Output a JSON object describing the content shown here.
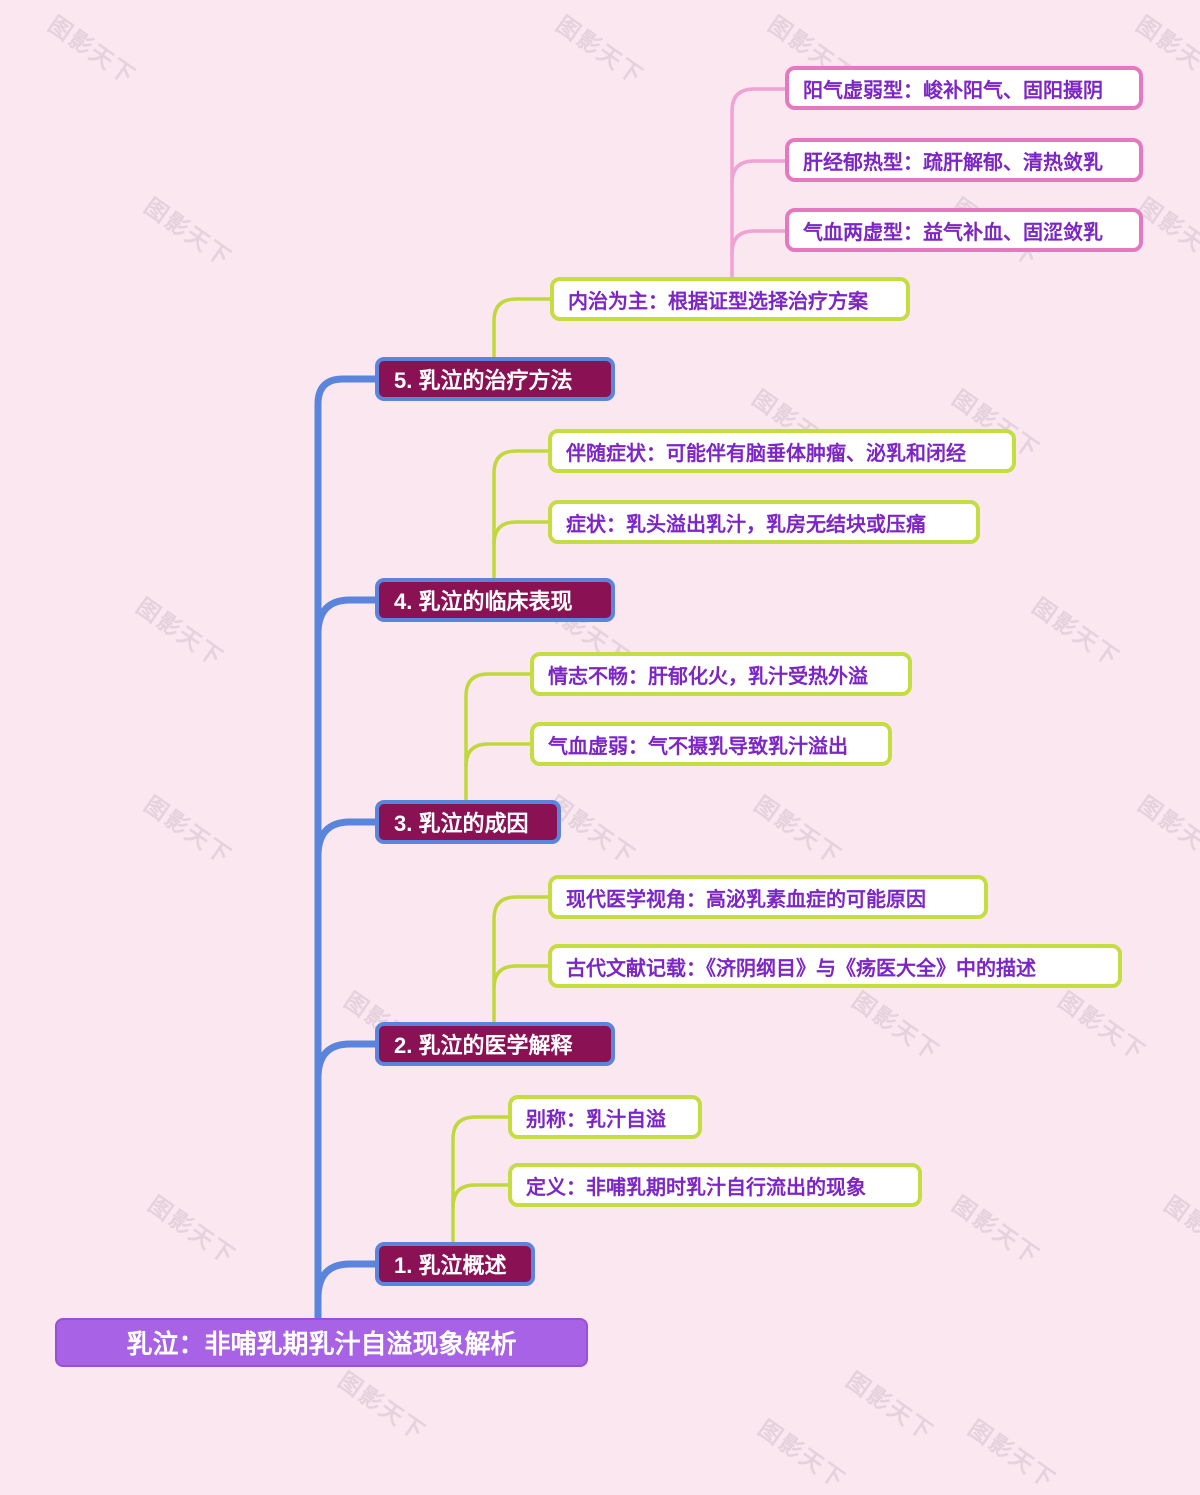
{
  "watermark": {
    "text": "图影天下"
  },
  "colors": {
    "background": "#fbe7f0",
    "trunk_blue": "#5b85dd",
    "section_fill": "#8b1155",
    "leaf_border_lime": "#c4dd41",
    "leaf_text_purple": "#7d26c6",
    "pink_border": "#e678c0",
    "pink_connector": "#f0a2d4",
    "root_fill": "#a862e6"
  },
  "mindmap": {
    "root": {
      "label": "乳泣：非哺乳期乳汁自溢现象解析"
    },
    "branches": [
      {
        "label": "1. 乳泣概述",
        "children": [
          {
            "label": "别称：乳汁自溢"
          },
          {
            "label": "定义：非哺乳期时乳汁自行流出的现象"
          }
        ]
      },
      {
        "label": "2. 乳泣的医学解释",
        "children": [
          {
            "label": "现代医学视角：高泌乳素血症的可能原因"
          },
          {
            "label": "古代文献记载：《济阴纲目》与《疡医大全》中的描述"
          }
        ]
      },
      {
        "label": "3. 乳泣的成因",
        "children": [
          {
            "label": "情志不畅：肝郁化火，乳汁受热外溢"
          },
          {
            "label": "气血虚弱：气不摄乳导致乳汁溢出"
          }
        ]
      },
      {
        "label": "4. 乳泣的临床表现",
        "children": [
          {
            "label": "伴随症状：可能伴有脑垂体肿瘤、泌乳和闭经"
          },
          {
            "label": "症状：乳头溢出乳汁，乳房无结块或压痛"
          }
        ]
      },
      {
        "label": "5. 乳泣的治疗方法",
        "children": [
          {
            "label": "内治为主：根据证型选择治疗方案",
            "children": [
              {
                "label": "阳气虚弱型：峻补阳气、固阳摄阴"
              },
              {
                "label": "肝经郁热型：疏肝解郁、清热敛乳"
              },
              {
                "label": "气血两虚型：益气补血、固涩敛乳"
              }
            ]
          }
        ]
      }
    ]
  }
}
